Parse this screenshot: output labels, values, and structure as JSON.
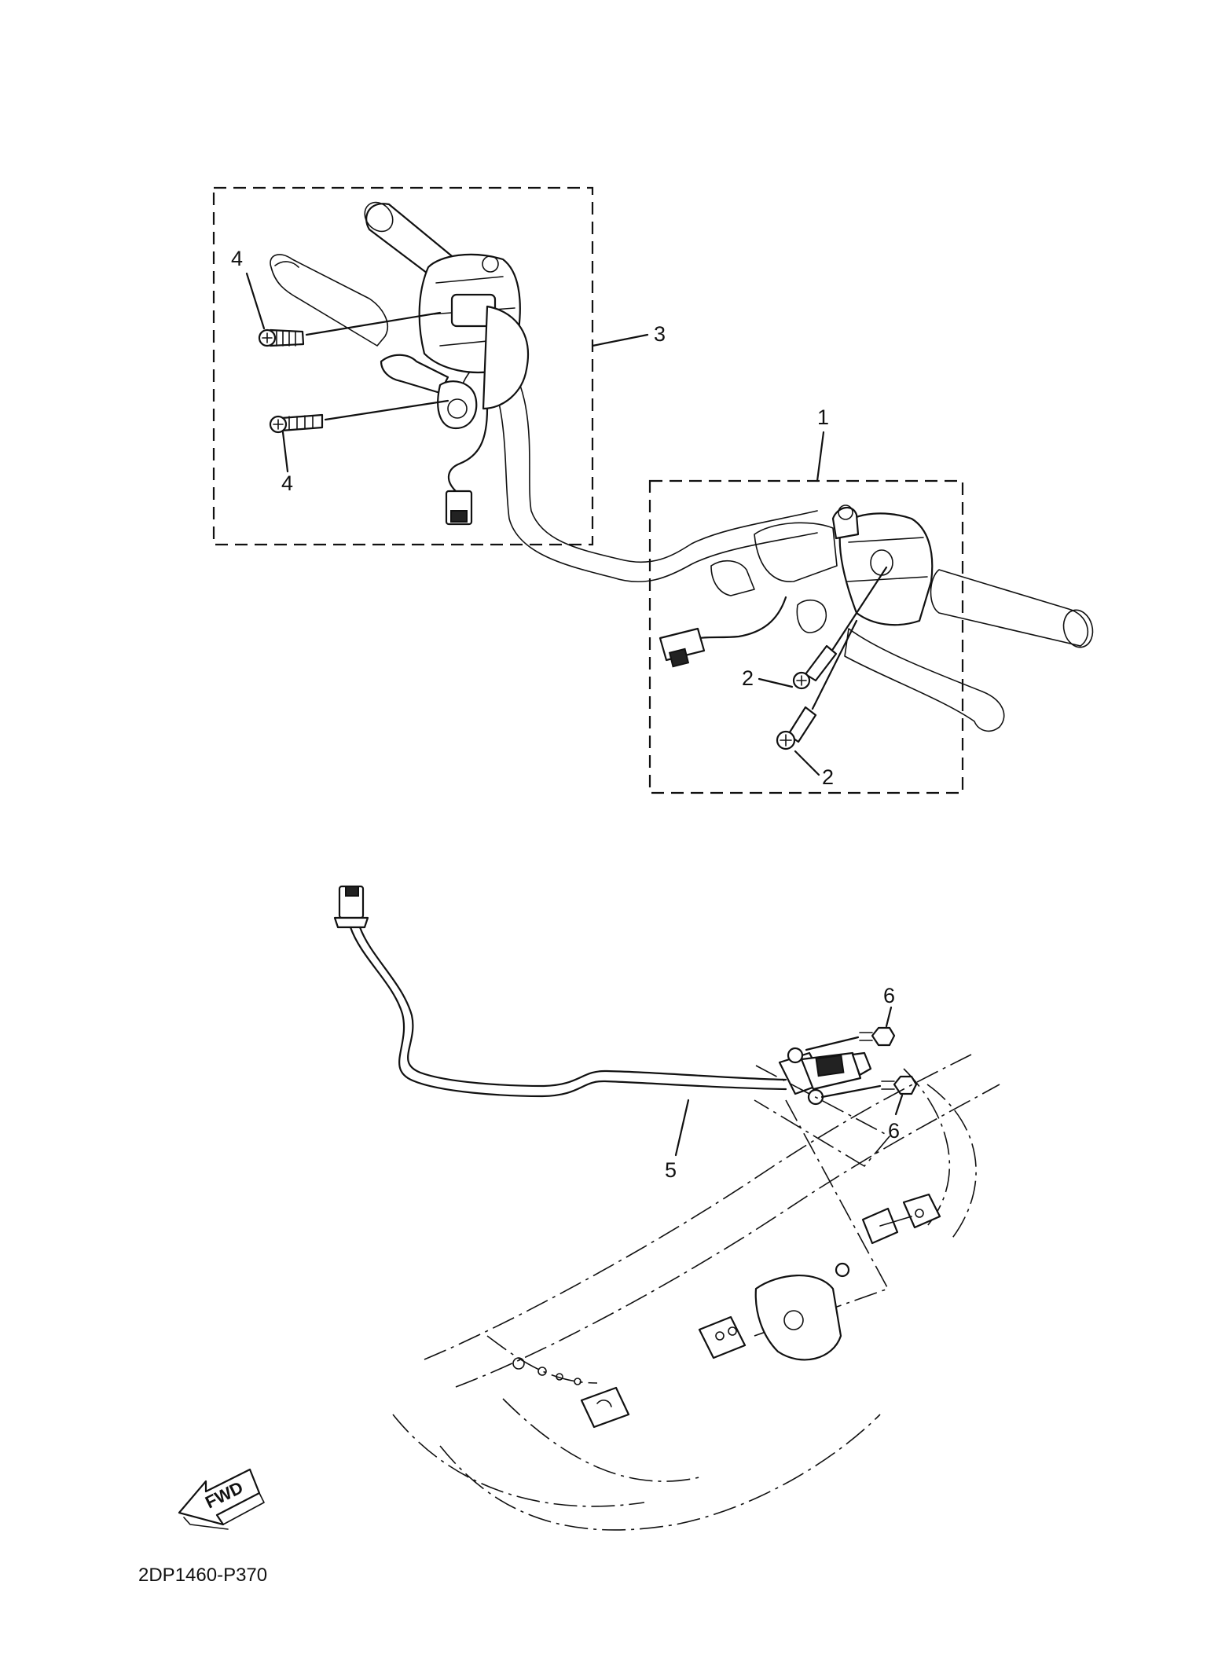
{
  "callouts": {
    "part1": "1",
    "part2a": "2",
    "part2b": "2",
    "part3": "3",
    "part4a": "4",
    "part4b": "4",
    "part5": "5",
    "part6a": "6",
    "part6b": "6"
  },
  "direction_label": "FWD",
  "drawing_code": "2DP1460-P370",
  "icons": {
    "direction": "fwd-arrow-icon"
  }
}
